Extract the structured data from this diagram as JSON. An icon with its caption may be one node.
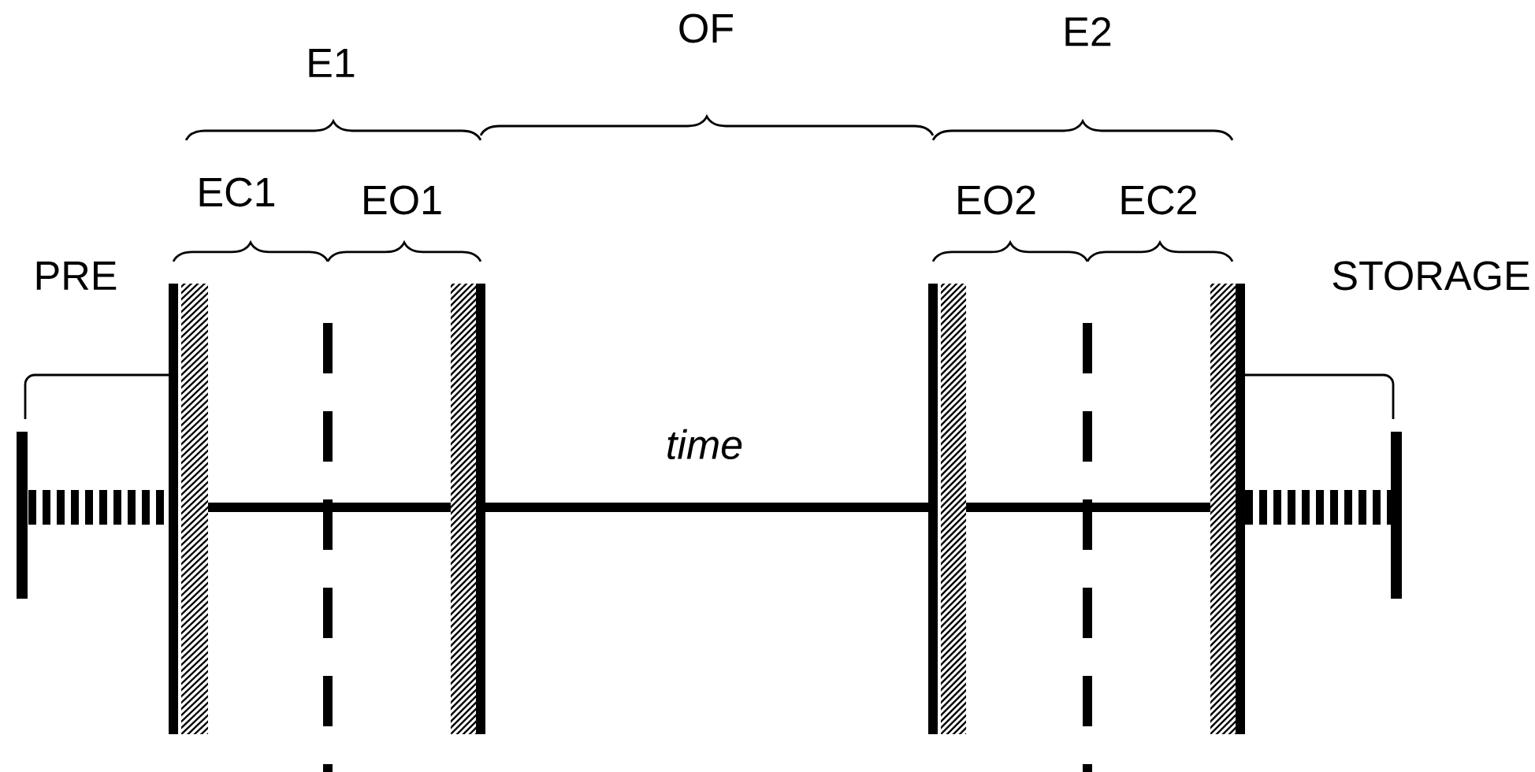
{
  "diagram": {
    "labels": [
      "E1",
      "OF",
      "E2",
      "EC1",
      "EO1",
      "EO2",
      "EC2",
      "PRE",
      "STORAGE",
      "time"
    ]
  }
}
